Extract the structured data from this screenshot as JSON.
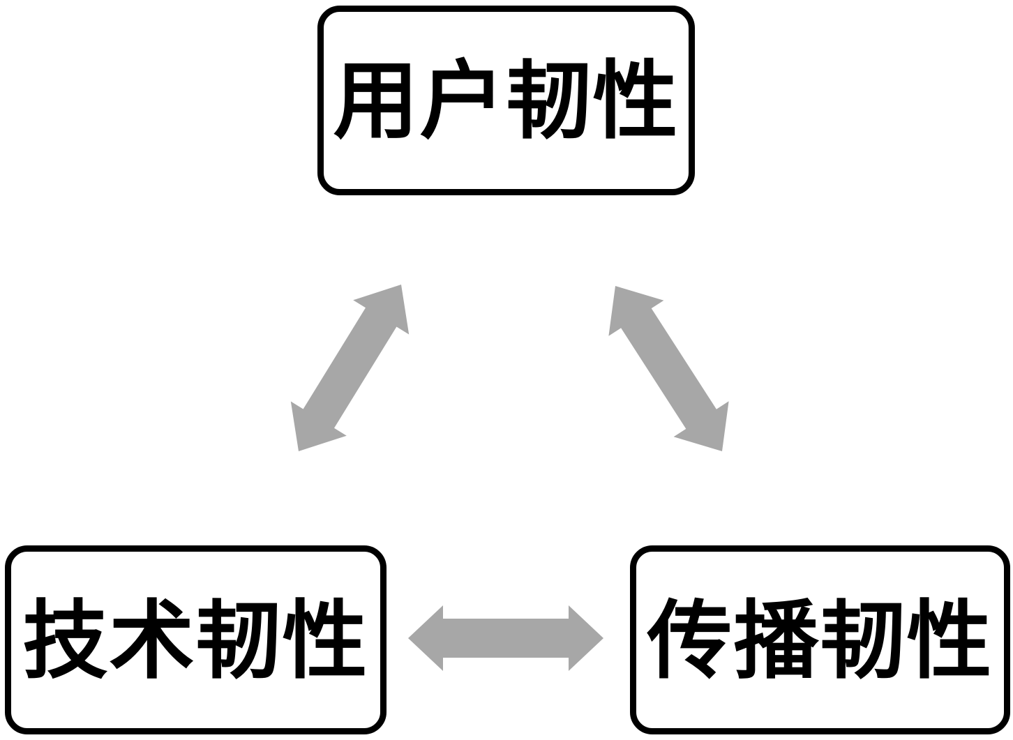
{
  "diagram": {
    "background_color": "#ffffff",
    "box_border_color": "#000000",
    "text_color": "#000000",
    "arrow_color": "#a7a7a7",
    "nodes": [
      {
        "id": "user-resilience",
        "label": "用户韧性",
        "position": "top-center"
      },
      {
        "id": "technology-resilience",
        "label": "技术韧性",
        "position": "bottom-left"
      },
      {
        "id": "communication-resilience",
        "label": "传播韧性",
        "position": "bottom-right"
      }
    ],
    "edges": [
      {
        "from": "user-resilience",
        "to": "technology-resilience",
        "type": "double-headed-arrow"
      },
      {
        "from": "user-resilience",
        "to": "communication-resilience",
        "type": "double-headed-arrow"
      },
      {
        "from": "technology-resilience",
        "to": "communication-resilience",
        "type": "double-headed-arrow"
      }
    ]
  }
}
